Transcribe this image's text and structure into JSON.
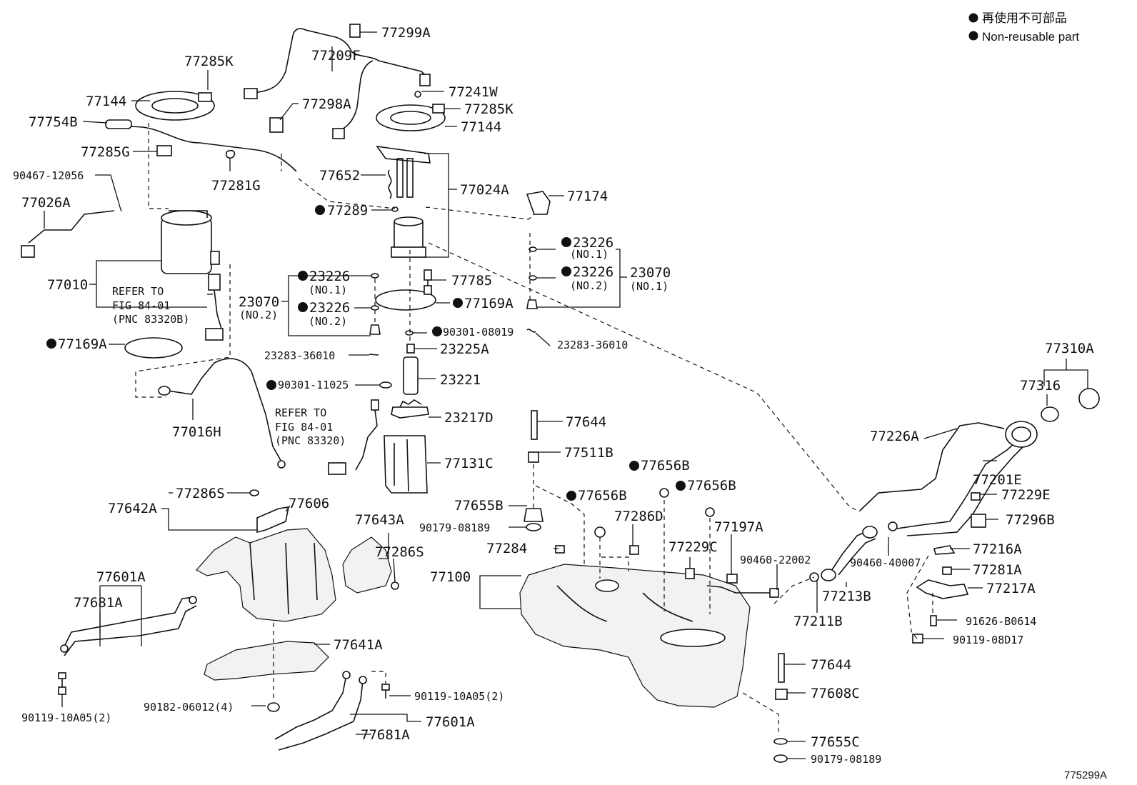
{
  "legend": {
    "line1": "再使用不可部品",
    "line2": "Non-reusable part",
    "marker_color": "#111111"
  },
  "figure_code": "775299A",
  "callouts": [
    {
      "id": "c1",
      "text": "77299A"
    },
    {
      "id": "c2",
      "text": "77285K"
    },
    {
      "id": "c3",
      "text": "77209F"
    },
    {
      "id": "c4",
      "text": "77144"
    },
    {
      "id": "c5",
      "text": "77241W"
    },
    {
      "id": "c6",
      "text": "77298A"
    },
    {
      "id": "c7",
      "text": "77285K"
    },
    {
      "id": "c8",
      "text": "77754B"
    },
    {
      "id": "c9",
      "text": "77144"
    },
    {
      "id": "c10",
      "text": "77285G"
    },
    {
      "id": "c11",
      "text": "77281G"
    },
    {
      "id": "c12",
      "text": "77652"
    },
    {
      "id": "c13",
      "text": "77024A"
    },
    {
      "id": "c14",
      "text": "90467-12056"
    },
    {
      "id": "c15",
      "text": "77026A"
    },
    {
      "id": "c16",
      "text": "77174"
    },
    {
      "id": "c17",
      "text": "77289"
    },
    {
      "id": "c18",
      "text": "23226"
    },
    {
      "id": "c19",
      "text": "(NO.1)"
    },
    {
      "id": "c20",
      "text": "23226"
    },
    {
      "id": "c21",
      "text": "(NO.2)"
    },
    {
      "id": "c22",
      "text": "23070"
    },
    {
      "id": "c23",
      "text": "(NO.1)"
    },
    {
      "id": "c24",
      "text": "77010"
    },
    {
      "id": "c25",
      "text": "REFER TO"
    },
    {
      "id": "c26",
      "text": "FIG 84-01"
    },
    {
      "id": "c27",
      "text": "(PNC 83320B)"
    },
    {
      "id": "c28",
      "text": "23226"
    },
    {
      "id": "c29",
      "text": "(NO.1)"
    },
    {
      "id": "c30",
      "text": "77785"
    },
    {
      "id": "c31",
      "text": "23070"
    },
    {
      "id": "c32",
      "text": "(NO.2)"
    },
    {
      "id": "c33",
      "text": "23226"
    },
    {
      "id": "c34",
      "text": "(NO.2)"
    },
    {
      "id": "c35",
      "text": "77169A"
    },
    {
      "id": "c36",
      "text": "90301-08019"
    },
    {
      "id": "c37",
      "text": "77169A"
    },
    {
      "id": "c38",
      "text": "23283-36010"
    },
    {
      "id": "c39",
      "text": "23225A"
    },
    {
      "id": "c40",
      "text": "23283-36010"
    },
    {
      "id": "c41",
      "text": "77310A"
    },
    {
      "id": "c42",
      "text": "90301-11025"
    },
    {
      "id": "c43",
      "text": "23221"
    },
    {
      "id": "c44",
      "text": "77316"
    },
    {
      "id": "c45",
      "text": "77016H"
    },
    {
      "id": "c46",
      "text": "REFER TO"
    },
    {
      "id": "c47",
      "text": "FIG 84-01"
    },
    {
      "id": "c48",
      "text": "(PNC 83320)"
    },
    {
      "id": "c49",
      "text": "23217D"
    },
    {
      "id": "c50",
      "text": "77644"
    },
    {
      "id": "c51",
      "text": "77226A"
    },
    {
      "id": "c52",
      "text": "77511B"
    },
    {
      "id": "c53",
      "text": "77131C"
    },
    {
      "id": "c54",
      "text": "77201E"
    },
    {
      "id": "c55",
      "text": "77656B"
    },
    {
      "id": "c56",
      "text": "77642A"
    },
    {
      "id": "c57",
      "text": "77286S"
    },
    {
      "id": "c58",
      "text": "77606"
    },
    {
      "id": "c59",
      "text": "77656B"
    },
    {
      "id": "c60",
      "text": "77656B"
    },
    {
      "id": "c61",
      "text": "77229E"
    },
    {
      "id": "c62",
      "text": "77655B"
    },
    {
      "id": "c63",
      "text": "77643A"
    },
    {
      "id": "c64",
      "text": "77286D"
    },
    {
      "id": "c65",
      "text": "77296B"
    },
    {
      "id": "c66",
      "text": "90179-08189"
    },
    {
      "id": "c67",
      "text": "77197A"
    },
    {
      "id": "c68",
      "text": "77286S"
    },
    {
      "id": "c69",
      "text": "77284"
    },
    {
      "id": "c70",
      "text": "77229C"
    },
    {
      "id": "c71",
      "text": "77216A"
    },
    {
      "id": "c72",
      "text": "90460-22002"
    },
    {
      "id": "c73",
      "text": "90460-40007"
    },
    {
      "id": "c74",
      "text": "77601A"
    },
    {
      "id": "c75",
      "text": "77100"
    },
    {
      "id": "c76",
      "text": "77281A"
    },
    {
      "id": "c77",
      "text": "77681A"
    },
    {
      "id": "c78",
      "text": "77213B"
    },
    {
      "id": "c79",
      "text": "77217A"
    },
    {
      "id": "c80",
      "text": "77211B"
    },
    {
      "id": "c81",
      "text": "91626-B0614"
    },
    {
      "id": "c82",
      "text": "77641A"
    },
    {
      "id": "c83",
      "text": "90119-08D17"
    },
    {
      "id": "c84",
      "text": "77644"
    },
    {
      "id": "c85",
      "text": "90119-10A05(2)"
    },
    {
      "id": "c86",
      "text": "77608C"
    },
    {
      "id": "c87",
      "text": "90182-06012(4)"
    },
    {
      "id": "c88",
      "text": "90119-10A05(2)"
    },
    {
      "id": "c89",
      "text": "77601A"
    },
    {
      "id": "c90",
      "text": "77681A"
    },
    {
      "id": "c91",
      "text": "77655C"
    },
    {
      "id": "c92",
      "text": "90179-08189"
    }
  ]
}
